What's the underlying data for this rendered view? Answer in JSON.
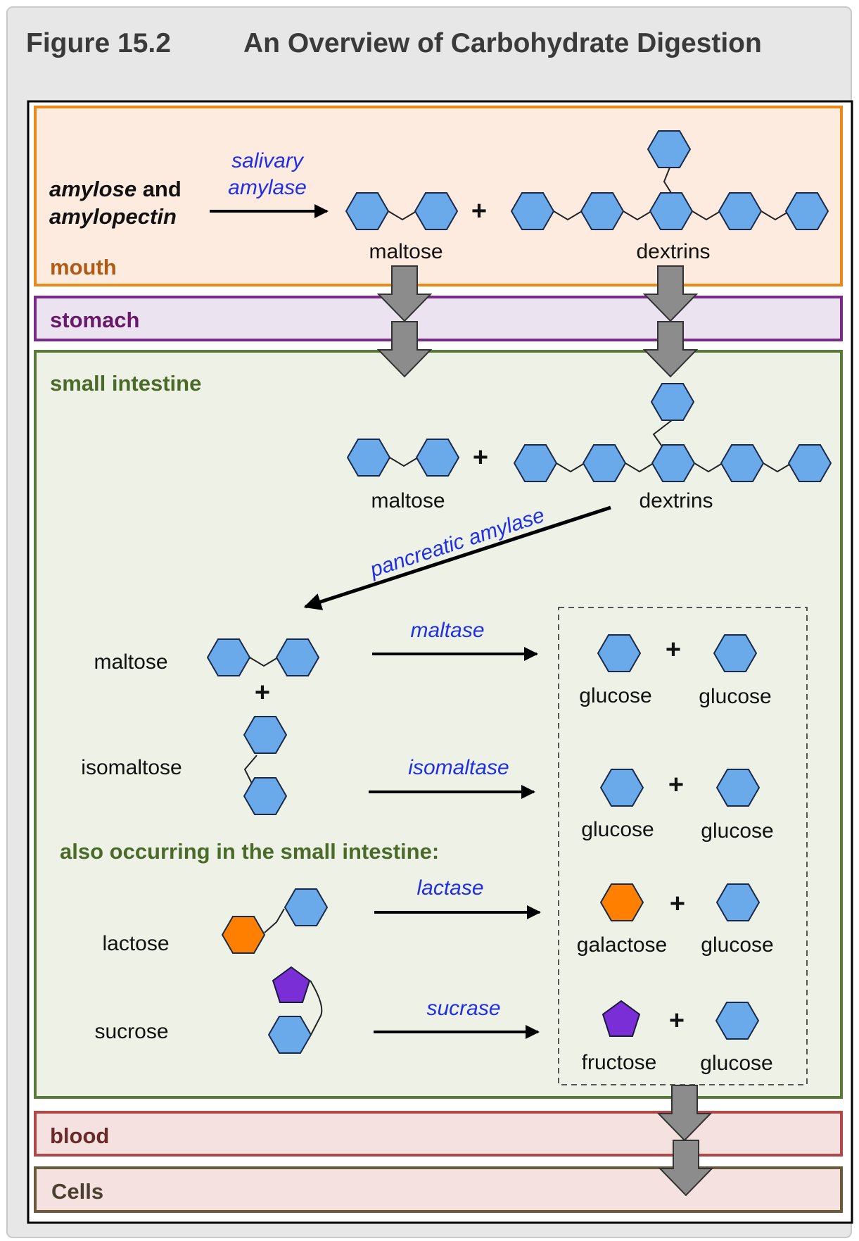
{
  "figure": {
    "number": "Figure 15.2",
    "title": "An Overview of Carbohydrate Digestion"
  },
  "colors": {
    "glucose": "#6aaaea",
    "galactose": "#ff8000",
    "fructose": "#7a2fd6",
    "enzyme_text": "#1f2fe8",
    "mouth": "#ea8a1a",
    "stomach": "#7a2a8a",
    "small_intestine": "#5a7a3a",
    "blood": "#b04848",
    "cells": "#6a5a3a"
  },
  "zones": {
    "mouth": "mouth",
    "stomach": "stomach",
    "small_intestine": "small intestine",
    "blood": "blood",
    "cells": "Cells"
  },
  "mouth": {
    "substrate_1": "amylose",
    "substrate_and": " and",
    "substrate_2": "amylopectin",
    "enzyme_line1": "salivary",
    "enzyme_line2": "amylase",
    "product_1": "maltose",
    "product_2": "dextrins"
  },
  "intestine": {
    "product_1": "maltose",
    "product_2": "dextrins",
    "enzyme": "pancreatic amylase",
    "also": "also occurring in the small intestine:"
  },
  "reactions": [
    {
      "substrate": "maltose",
      "enzyme": "maltase",
      "product_1": "glucose",
      "product_2": "glucose"
    },
    {
      "substrate": "isomaltose",
      "enzyme": "isomaltase",
      "product_1": "glucose",
      "product_2": "glucose"
    },
    {
      "substrate": "lactose",
      "enzyme": "lactase",
      "product_1": "galactose",
      "product_2": "glucose"
    },
    {
      "substrate": "sucrose",
      "enzyme": "sucrase",
      "product_1": "fructose",
      "product_2": "glucose"
    }
  ],
  "plus_sign": "+"
}
